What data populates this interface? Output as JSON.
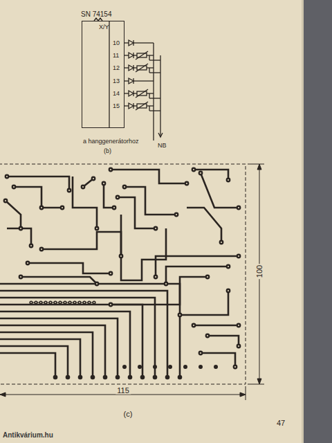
{
  "diagram": {
    "nodes": [
      {
        "text": [
          "SN 74154",
          "X/Y"
        ]
      }
    ],
    "labels": [
      "10",
      "11",
      "12",
      "13",
      "14",
      "15",
      "a hanggenerátorhoz",
      "NB",
      "(b)",
      "100",
      "115",
      "(c)",
      "47",
      "Antikvárium.hu"
    ]
  }
}
